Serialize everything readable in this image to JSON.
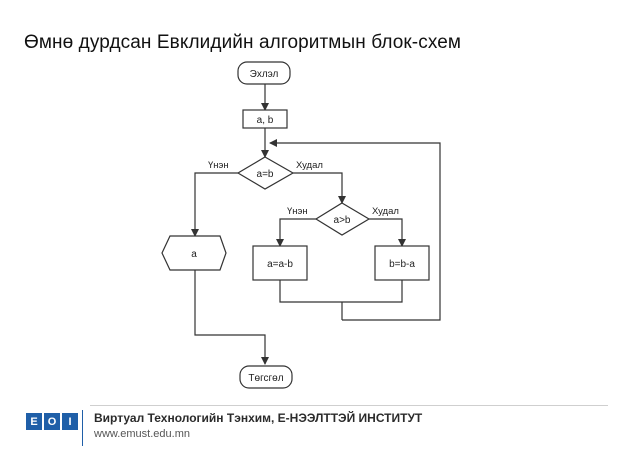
{
  "slide": {
    "title": "Өмнө дурдсан Евклидийн алгоритмын блок-схем"
  },
  "flowchart": {
    "start": "Эхлэл",
    "input": "a, b",
    "decision_main": "a=b",
    "yes_label_main": "Үнэн",
    "no_label_main": "Худал",
    "decision_inner": "a>b",
    "yes_label_inner": "Үнэн",
    "no_label_inner": "Худал",
    "process_left": "a=a-b",
    "process_right": "b=b-a",
    "output": "a",
    "end": "Төгсгөл"
  },
  "footer": {
    "logo_letters": [
      "E",
      "O",
      "I"
    ],
    "org": "Виртуал Технологийн Тэнхим, Е-НЭЭЛТТЭЙ ИНСТИТУТ",
    "url": "www.emust.edu.mn"
  },
  "colors": {
    "brand": "#1f5fa8",
    "line": "#333333"
  }
}
